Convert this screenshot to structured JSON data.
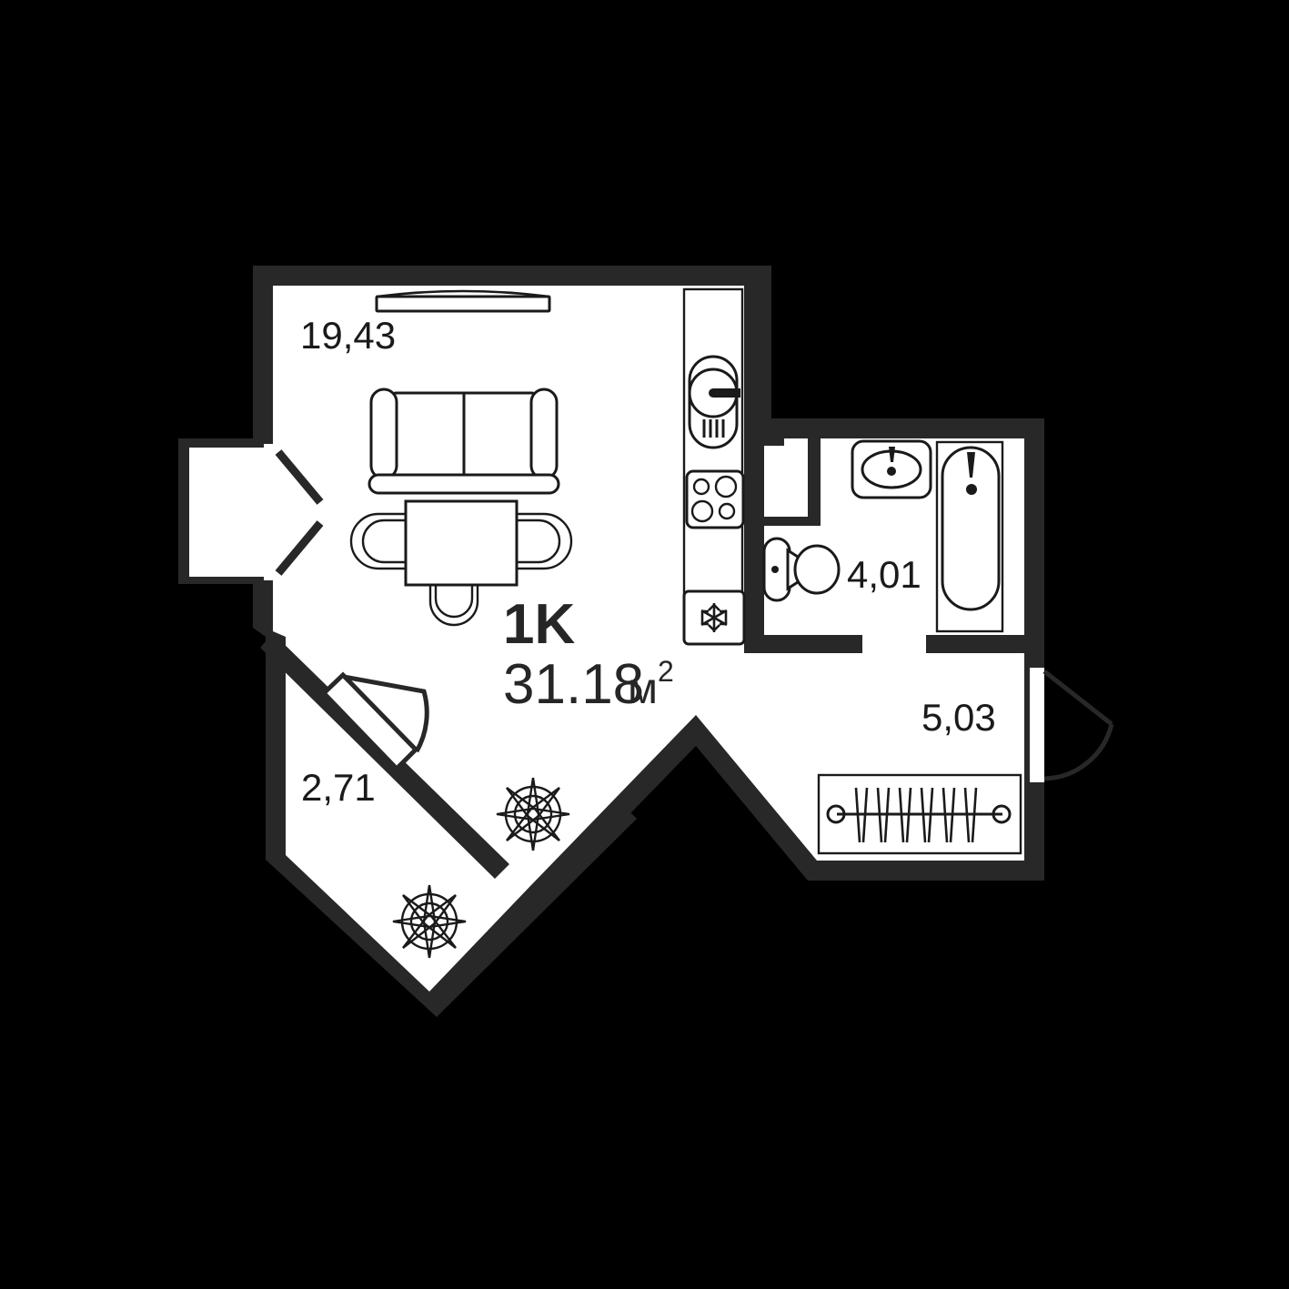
{
  "plan": {
    "apartment_type": "1K",
    "total_area": "31.18",
    "area_unit": "м",
    "area_unit_superscript": "2",
    "colors": {
      "background": "#000000",
      "wall": "#282828",
      "room_fill": "#ffffff",
      "fixture_stroke": "#1a1a1a",
      "text": "#262626"
    },
    "rooms": [
      {
        "id": "living-kitchen",
        "area_label": "19,43",
        "name": "living-room-kitchen"
      },
      {
        "id": "bathroom",
        "area_label": "4,01",
        "name": "bathroom"
      },
      {
        "id": "loggia-right",
        "area_label": "5,03",
        "name": "right-room"
      },
      {
        "id": "hallway",
        "area_label": "2,71",
        "name": "hallway"
      }
    ],
    "fixtures": [
      {
        "name": "window-curtain",
        "room": "living-kitchen"
      },
      {
        "name": "sofa",
        "room": "living-kitchen"
      },
      {
        "name": "dining-table",
        "room": "living-kitchen"
      },
      {
        "name": "chair-left",
        "room": "living-kitchen"
      },
      {
        "name": "chair-right",
        "room": "living-kitchen"
      },
      {
        "name": "chair-bottom",
        "room": "living-kitchen"
      },
      {
        "name": "kitchen-sink",
        "room": "living-kitchen"
      },
      {
        "name": "kitchen-stove",
        "room": "living-kitchen"
      },
      {
        "name": "refrigerator",
        "room": "living-kitchen"
      },
      {
        "name": "washbasin",
        "room": "bathroom"
      },
      {
        "name": "toilet",
        "room": "bathroom"
      },
      {
        "name": "bathtub",
        "room": "bathroom"
      },
      {
        "name": "wardrobe-rail",
        "room": "loggia-right"
      },
      {
        "name": "compass-rose-upper",
        "room": "hallway"
      },
      {
        "name": "compass-rose-lower",
        "room": "hallway"
      }
    ],
    "openings": [
      {
        "name": "entrance-door-hallway",
        "type": "swing-door"
      },
      {
        "name": "balcony-window-left",
        "type": "casement-window"
      },
      {
        "name": "right-exit-door",
        "type": "swing-door"
      },
      {
        "name": "bathroom-doorway",
        "type": "opening"
      },
      {
        "name": "loggia-passage",
        "type": "opening"
      }
    ]
  }
}
